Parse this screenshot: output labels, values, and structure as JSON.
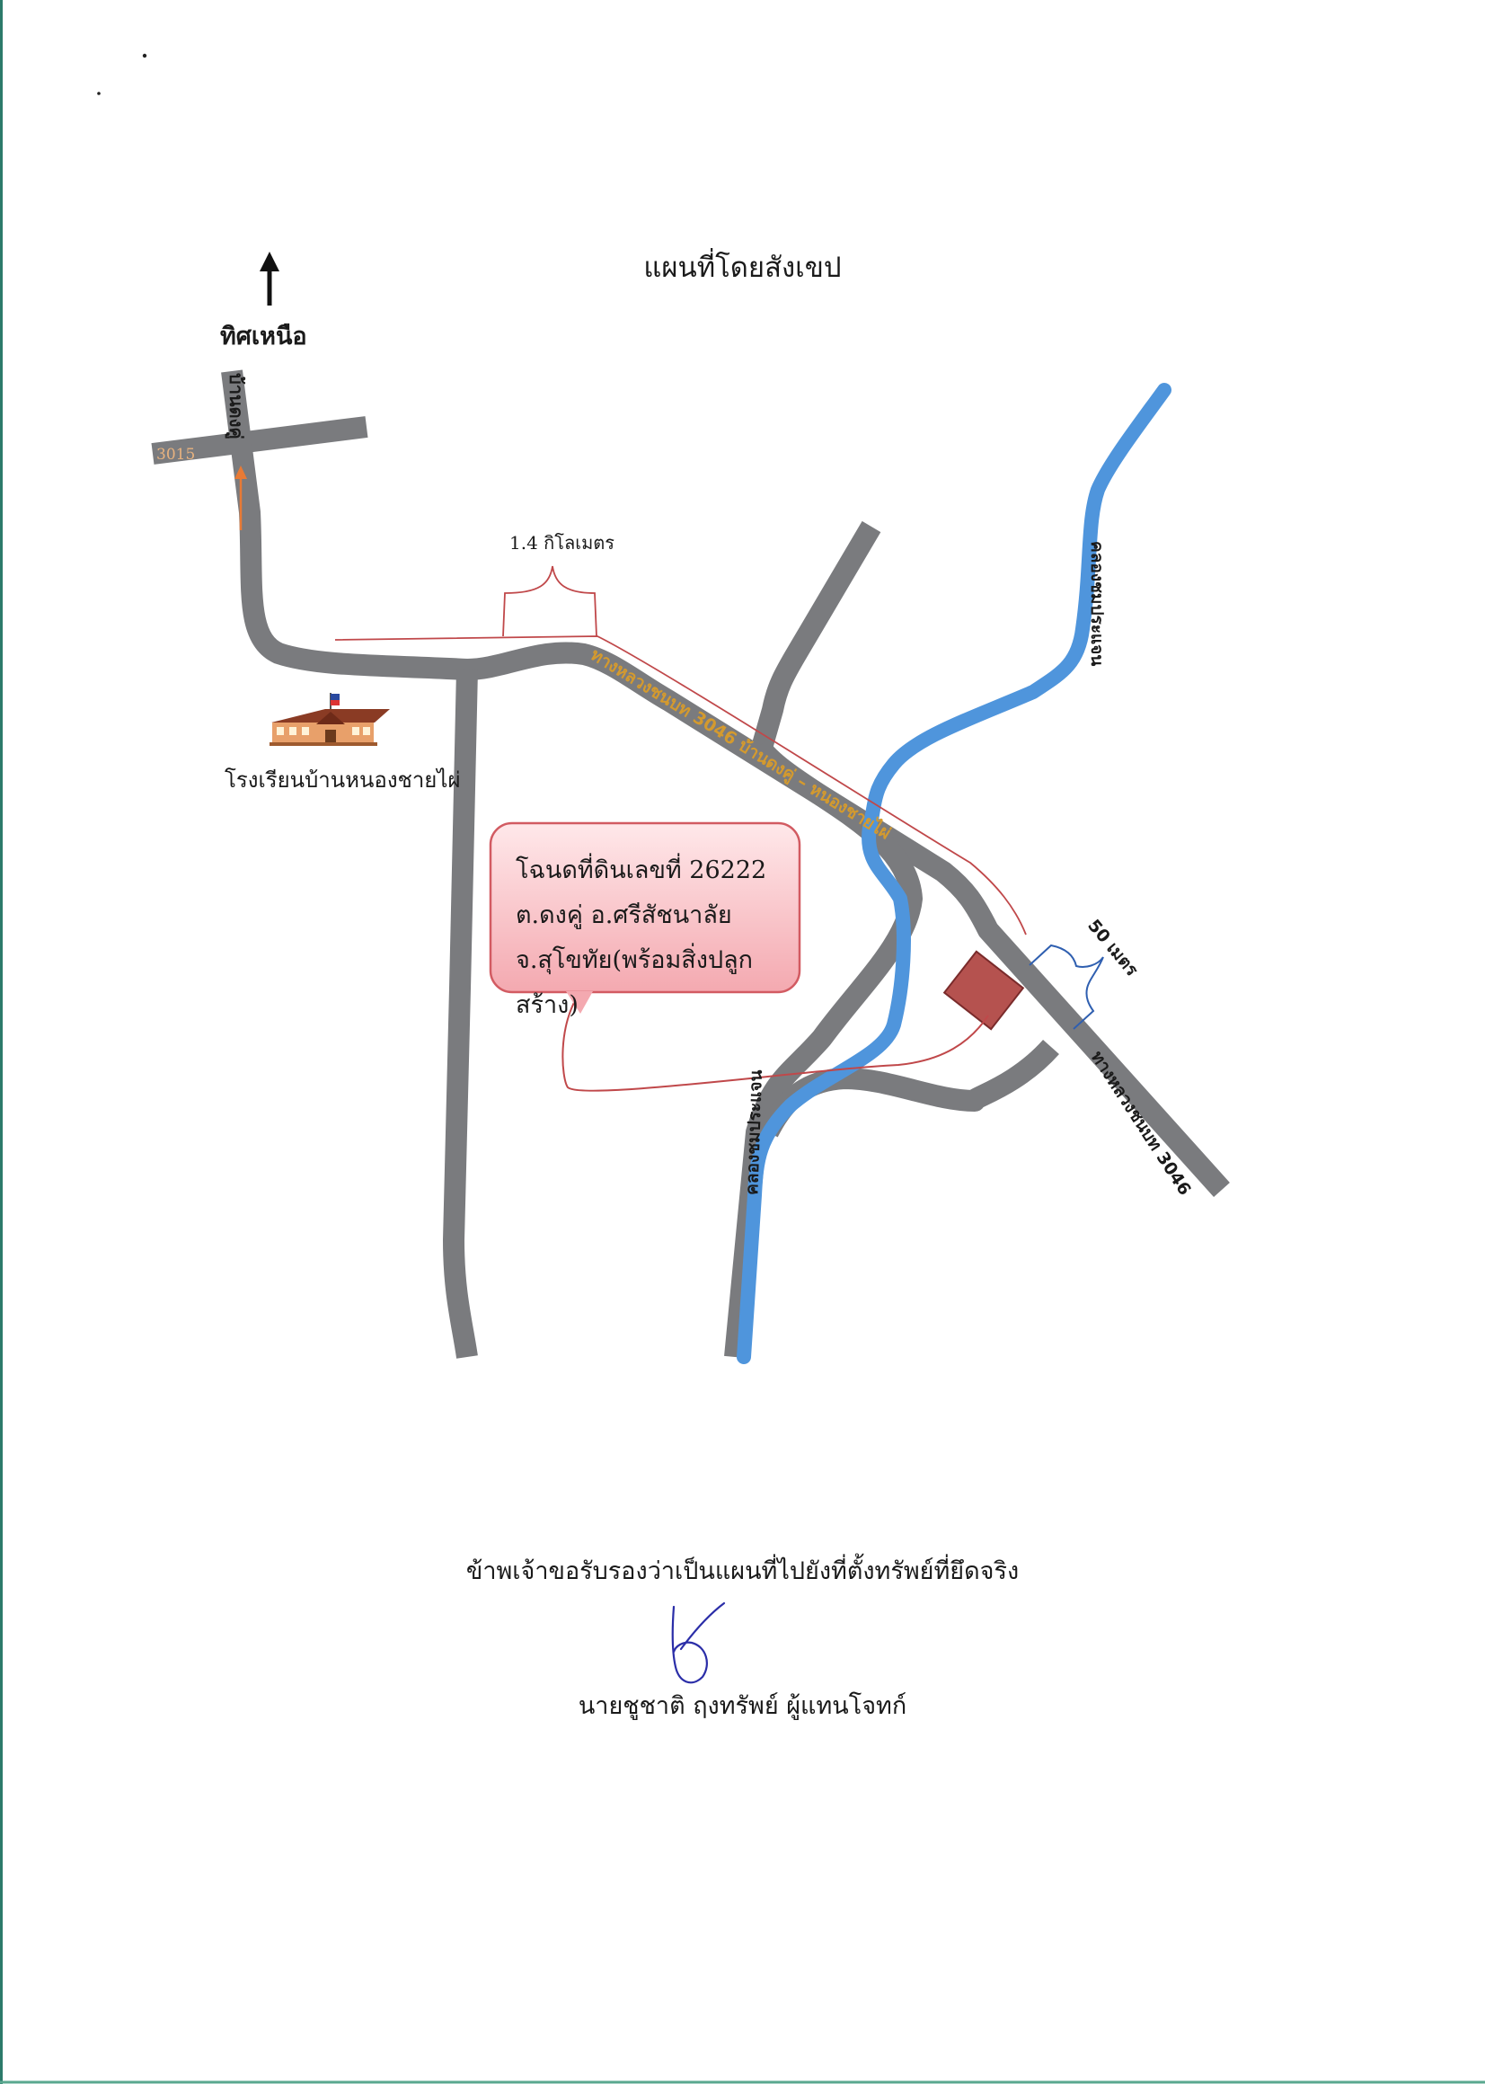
{
  "title": "แผนที่โดยสังเขป",
  "north_label": "ทิศเหนือ",
  "roads": {
    "ban_nong_khu": "บ้านดงคู่",
    "route_3015": "3015",
    "highway_3046_main": "ทางหลวงชนบท 3046 บ้านดงคู่ – หนองชายไผ่",
    "highway_3046": "ทางหลวงชนบท 3046"
  },
  "canals": {
    "upper": "คลองชมประแจน",
    "lower": "คลองชมประแจน"
  },
  "distances": {
    "to_junction": "1.4 กิโลเมตร",
    "from_road": "50 เมตร"
  },
  "school_label": "โรงเรียนบ้านหนองชายไผ่",
  "parcel": {
    "line1": "โฉนดที่ดินเลขที่ 26222",
    "line2": "ต.ดงคู่ อ.ศรีสัชนาลัย",
    "line3": "จ.สุโขทัย(พร้อมสิ่งปลูกสร้าง)"
  },
  "certification": "ข้าพเจ้าขอรับรองว่าเป็นแผนที่ไปยังที่ตั้งทรัพย์ที่ยึดจริง",
  "signer": "นายชูชาติ ฤงทรัพย์  ผู้แทนโจทก์",
  "colors": {
    "road": "#7a7b7e",
    "canal": "#4f95dc",
    "parcel": "#b5524f",
    "callout_border": "#d25b62",
    "road_label": "#d49a2e",
    "route_label": "#e8b27e",
    "guide_line": "#c0484a",
    "dimension": "#2f5fb0",
    "signature": "#2b2ea8"
  }
}
